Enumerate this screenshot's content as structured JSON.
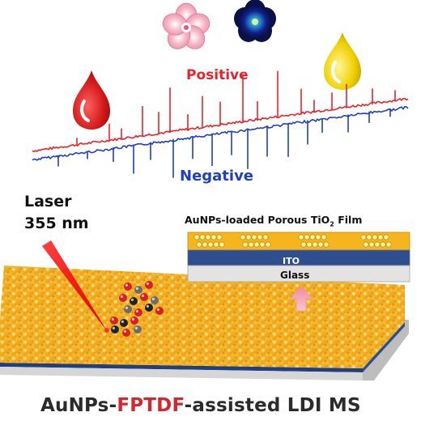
{
  "labels": {
    "positive": "Positive",
    "negative": "Negative",
    "laser_line1": "Laser",
    "laser_line2": "355 nm",
    "film_title_prefix": "AuNPs-loaded Porous TiO",
    "film_title_sub": "2",
    "film_title_suffix": " Film",
    "ito": "ITO",
    "glass": "Glass"
  },
  "title": {
    "part1": "AuNPs-",
    "part2": "FPTDF",
    "part3": "-assisted LDI MS"
  },
  "icons": [
    "red-blood-drop-icon",
    "pink-flower-icon",
    "dark-flower-icon",
    "yellow-oil-drop-icon",
    "laser-beam-icon",
    "molecule-cluster-icon",
    "up-arrow-icon"
  ],
  "colors": {
    "positive": "#e8232b",
    "negative": "#1f3fc2",
    "gold": "#f2b31a",
    "ito": "#2e4e8f",
    "blood": "#d41a1a",
    "oil": "#f0d000"
  }
}
